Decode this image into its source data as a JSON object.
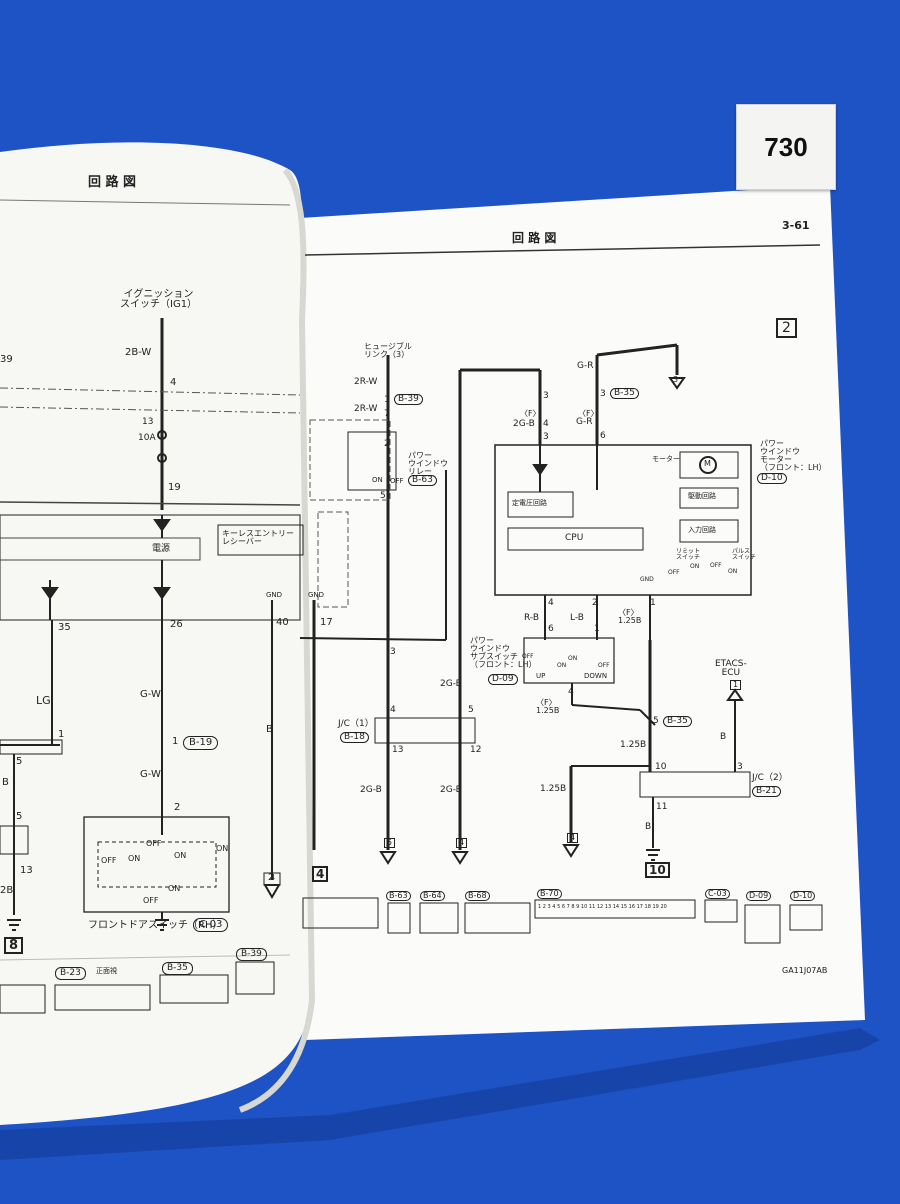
{
  "sticker": {
    "page_number": "730"
  },
  "left_page": {
    "header": "回 路 図",
    "ignition_switch": "イグニッション\nスイッチ（IG1）",
    "wire_2bw": "2B-W",
    "pin_4": "4",
    "fuse_no": "13",
    "fuse_rating": "10A",
    "pin_19": "19",
    "power_label": "電源",
    "keyless_receiver": "キーレスエントリー\nレシーバー",
    "gnd1": "GND",
    "gnd2": "GND",
    "pin_35": "35",
    "pin_26": "26",
    "pin_40": "40",
    "pin_17": "17",
    "wire_lg": "LG",
    "pin_1a": "1",
    "wire_gw1": "G-W",
    "conn_b19_pin": "1",
    "conn_b19": "B-19",
    "wire_gw2": "G-W",
    "wire_b": "B",
    "wire_b2": "B",
    "pin_5": "5",
    "pin_5b": "5",
    "pin_2": "2",
    "pin_13": "13",
    "wire_2b": "2B",
    "off1": "OFF",
    "on1": "ON",
    "off2": "OFF",
    "on2": "ON",
    "on3": "ON",
    "off3": "OFF",
    "on4": "ON",
    "door_switch": "フロントドアスイッチ（RH）",
    "conn_c03": "C-03",
    "ground_ref_8": "8",
    "ground_ref_2": "2",
    "conn_b23": "B-23",
    "conn_b23_note": "正面視",
    "conn_b35": "B-35",
    "conn_b39": "B-39",
    "ref_39": "39"
  },
  "right_page": {
    "header": "回 路 図",
    "page": "3-61",
    "section": "2",
    "fusible_link": "ヒュージブル\nリンク（3）",
    "wire_2rw1": "2R-W",
    "wire_2rw2": "2R-W",
    "pin_1": "1",
    "pin_7": "7",
    "conn_b39": "B-39",
    "pin_2": "2",
    "pw_relay": "パワー\nウインドウ\nリレー",
    "on": "ON",
    "off": "OFF",
    "conn_b63": "B-63",
    "pin_5": "5",
    "wire_gr": "G-R",
    "pin_3a": "3",
    "pin_3b": "3",
    "conn_b35": "B-35",
    "f_label1": "〈F〉",
    "f_label2": "〈F〉",
    "wire_2gb": "2G-B",
    "wire_gr2": "G-R",
    "pin_4a": "4",
    "pin_3c": "3",
    "pin_6a": "6",
    "ref_3": "3",
    "motor_title": "パワー\nウインドウ\nモーター\n（フロント：LH）",
    "conn_d10": "D-10",
    "motor_label": "モーター",
    "motor_symbol": "M",
    "const_v": "定電圧回路",
    "drive_circuit": "駆動回路",
    "cpu": "CPU",
    "input_circuit": "入力回路",
    "limit_switch": "リミット\nスイッチ",
    "pulse_switch": "パルス\nスイッチ",
    "off_a": "OFF",
    "on_a": "ON",
    "off_b": "OFF",
    "on_b": "ON",
    "gnd": "GND",
    "pin_4b": "4",
    "pin_2b": "2",
    "pin_1b": "1",
    "wire_rb": "R-B",
    "wire_lb": "L-B",
    "f_125b": "〈F〉\n1.25B",
    "pin_6b": "6",
    "pin_1c": "1",
    "sub_switch": "パワー\nウインドウ\nサブスイッチ\n（フロント：LH）",
    "conn_d09": "D-09",
    "off_s1": "OFF",
    "on_s1": "ON",
    "on_s2": "ON",
    "off_s2": "OFF",
    "up": "UP",
    "down": "DOWN",
    "pin_4c": "4",
    "f_125b2": "〈F〉\n1.25B",
    "wire_2gb2": "2G-B",
    "pin_3d": "3",
    "pin_4d": "4",
    "pin_5b": "5",
    "pin_5c": "5",
    "conn_b35b": "B-35",
    "jc1": "J/C（1）",
    "conn_b18": "B-18",
    "pin_13": "13",
    "pin_12": "12",
    "wire_2gb3": "2G-B",
    "wire_2gb4": "2G-B",
    "etacs": "ETACS-\nECU",
    "ref_1": "1",
    "wire_b": "B",
    "wire_125b": "1.25B",
    "wire_125b2": "1.25B",
    "pin_10": "10",
    "pin_3e": "3",
    "jc2": "J/C（2）",
    "conn_b21": "B-21",
    "pin_11": "11",
    "wire_b2": "B",
    "ref_5": "5",
    "ref_4a": "4",
    "ref_4b": "4",
    "ref_4c": "4",
    "ref_10": "10",
    "ref_4d": "4",
    "conn_b63b": "B-63",
    "conn_b64": "B-64",
    "conn_b68": "B-68",
    "conn_b70": "B-70",
    "conn_c03": "C-03",
    "conn_d09b": "D-09",
    "conn_d10b": "D-10",
    "b70_pins": "1 2 3 4 5 6 7 8 9 10 11 12 13 14 15 16 17 18 19 20",
    "fig_code": "GA11J07AB"
  }
}
